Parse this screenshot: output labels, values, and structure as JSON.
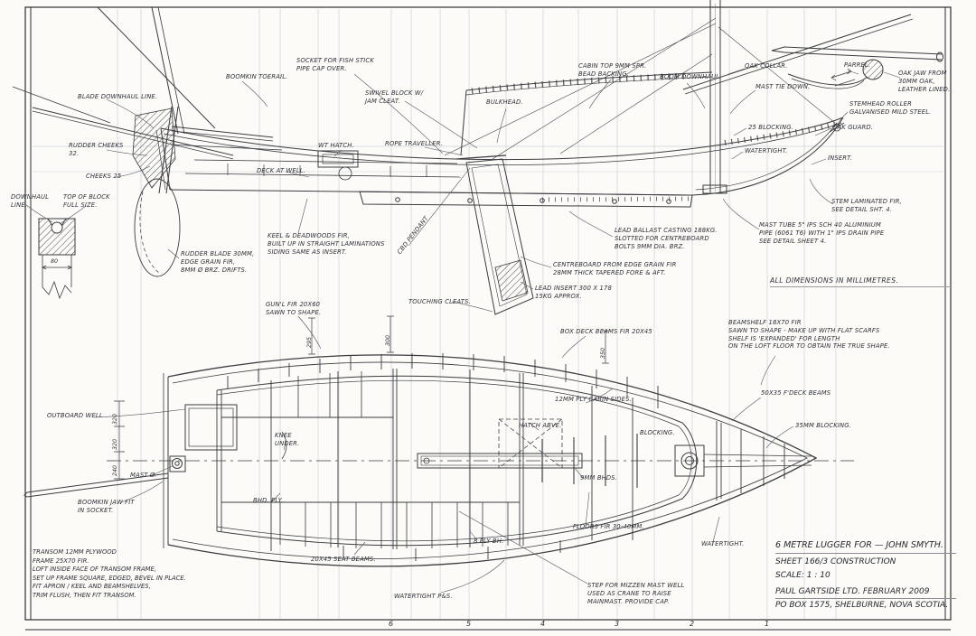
{
  "sheet": {
    "colors": {
      "ink": "#3b3b40",
      "pencil": "#c6ccd6",
      "paper": "#fcfbf8"
    },
    "general_note": "ALL DIMENSIONS IN MILLIMETRES.",
    "title_block": {
      "title": "6 METRE LUGGER FOR — JOHN SMYTH.",
      "sheet": "SHEET 166/3   CONSTRUCTION",
      "scale": "SCALE: 1 : 10",
      "firm": "PAUL GARTSIDE LTD.   FEBRUARY 2009",
      "address": "PO BOX 1575, SHELBURNE, NOVA SCOTIA."
    },
    "transom_notes": "TRANSOM 12MM PLYWOOD\nFRAME 25X70 FIR.\nLOFT INSIDE FACE OF TRANSOM FRAME,\nSET UP FRAME SQUARE, EDGED, BEVEL IN PLACE.\nFIT APRON / KEEL AND BEAMSHELVES,\nTRIM FLUSH, THEN FIT TRANSOM.",
    "stations": [
      "6",
      "5",
      "4",
      "3",
      "2",
      "1"
    ],
    "annotations": {
      "downhaul_line": "DOWNHAUL\nLINE.",
      "top_of_block": "TOP OF BLOCK\nFULL SIZE.",
      "cheeks_25": "CHEEKS 25",
      "rudder_cheeks": "RUDDER CHEEKS\n32.",
      "blade_downhaul": "BLADE DOWNHAUL LINE.",
      "boomkin_toerail": "BOOMKIN TOERAIL.",
      "socket_fish_stick": "SOCKET FOR FISH STICK\nPIPE CAP OVER.",
      "swivel_block": "SWIVEL BLOCK W/\nJAM CLEAT.",
      "wt_hatch": "WT HATCH.",
      "rope_traveller": "ROPE TRAVELLER.",
      "bulkhead": "BULKHEAD.",
      "cabin_top": "CABIN TOP 9MM SPR.\nBEAD BACKING.",
      "boom_downhaul": "BOOM DOWNHAUL.",
      "oak_collar": "OAK COLLAR.",
      "mast_tie_down": "MAST TIE DOWN.",
      "parrel": "PARREL.",
      "oak_jaw": "OAK JAW FROM\n30MM OAK,\nLEATHER LINED.",
      "stemhead_roller": "STEMHEAD ROLLER\nGALVANISED MILD STEEL.",
      "oak_guard": "OAK GUARD.",
      "blocking_25": "25 BLOCKING.",
      "watertight_aft": "WATERTIGHT.",
      "insert": "INSERT.",
      "stem_laminated": "STEM LAMINATED FIR,\nSEE DETAIL SHT. 4.",
      "deck_at_well": "DECK AT WELL.",
      "keel_deadwoods": "KEEL & DEADWOODS FIR,\nBUILT UP IN STRAIGHT LAMINATIONS\nSIDING SAME AS INSERT.",
      "rudder_blade": "RUDDER BLADE 30MM,\nEDGE GRAIN FIR,\n8MM Ø BRZ. DRIFTS.",
      "cbd_pendant": "CBD PENDANT",
      "lead_ballast": "LEAD BALLAST CASTING 188KG.\nSLOTTED FOR CENTREBOARD\nBOLTS 9MM DIA. BRZ.",
      "centreboard": "CENTREBOARD FROM EDGE GRAIN FIR\n28MM THICK  TAPERED FORE & AFT.",
      "lead_insert": "LEAD INSERT 300 X 178\n15KG APPROX.",
      "touching_cleats": "TOUCHING CLEATS.",
      "mast_tube": "MAST TUBE 5\" IPS SCH 40 ALUMINIUM\nPIPE (6061 T6) WITH 1\" IPS DRAIN PIPE\nSEE DETAIL SHEET 4.",
      "gunl": "GUN'L FIR 20X60\nSAWN TO SHAPE.",
      "box_deck_beams": "BOX DECK BEAMS FIR 20X45",
      "beamshelf": "BEAMSHELF 18X70 FIR\nSAWN TO SHAPE - MAKE UP WITH FLAT SCARFS\nSHELF IS 'EXPANDED' FOR LENGTH\nON THE LOFT FLOOR TO OBTAIN THE TRUE SHAPE.",
      "ply_cabin_sides": "12MM PLY CABIN SIDES.",
      "fdeck_beams": "50X35 F'DECK BEAMS",
      "blocking_35": "35MM BLOCKING.",
      "blocking": "BLOCKING.",
      "outboard_well": "OUTBOARD WELL",
      "knee_under": "KNEE\nUNDER.",
      "hatch_above": "HATCH ABVE.",
      "mast_dia": "MAST Ø.",
      "bhds_9mm": "9MM BHDS.",
      "bhd_ply": "BHD. PLY.",
      "boomkin_jaw": "BOOMKIN JAW FIT\nIN SOCKET.",
      "seat_beams": "20X45 SEAT BEAMS.",
      "ply_bh_8": "8 PLY BH.",
      "floors": "FLOORS FIR 30-40MM.",
      "watertight_ps": "WATERTIGHT P&S.",
      "mizzen_step": "STEP FOR MIZZEN MAST WELL\nUSED AS CRANE TO RAISE\nMAINMAST. PROVIDE CAP.",
      "watertight_fwd": "WATERTIGHT."
    },
    "dimensions": {
      "block_width": "80",
      "well_a": "320",
      "well_b": "320",
      "well_c": "240",
      "beam_a": "295",
      "beam_b": "300",
      "beam_c": "350"
    }
  }
}
